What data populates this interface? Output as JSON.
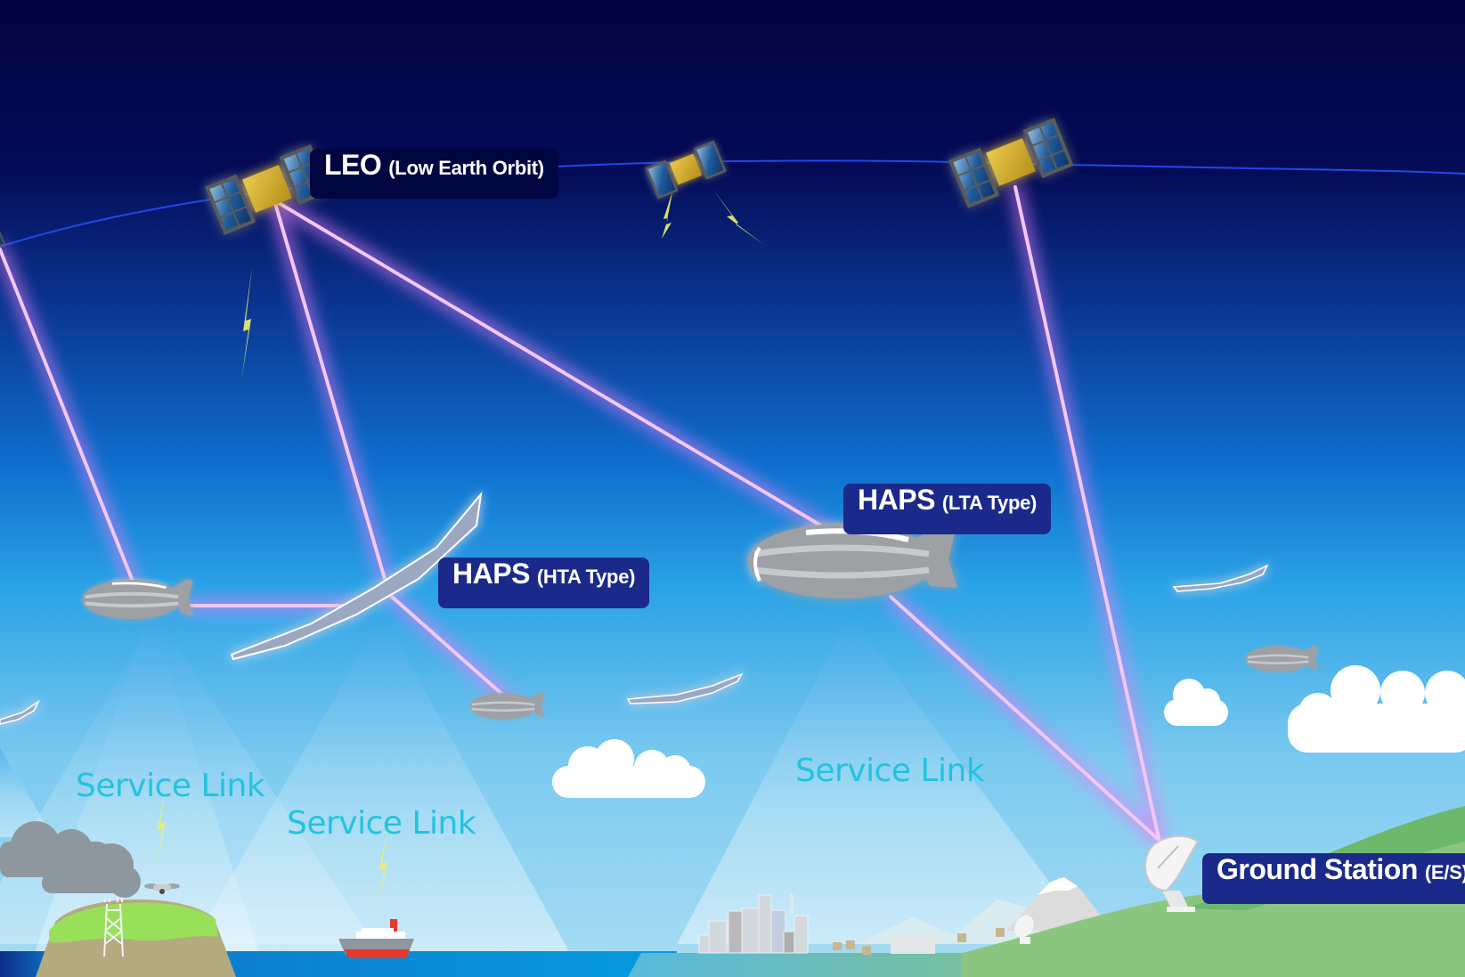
{
  "diagram": {
    "title": "HAPS and LEO satellite network",
    "labels": {
      "leo": {
        "main": "LEO",
        "sub": "(Low Earth Orbit)"
      },
      "haps_hta": {
        "main": "HAPS",
        "sub": "(HTA Type)"
      },
      "haps_lta": {
        "main": "HAPS",
        "sub": "(LTA Type)"
      },
      "ground_station": {
        "main": "Ground Station",
        "sub": "(E/S)"
      }
    },
    "service_links": [
      "Service Link",
      "Service Link",
      "Service Link"
    ],
    "elements": {
      "satellites": [
        "leo-satellite",
        "leo-satellite",
        "leo-satellite",
        "leo-satellite"
      ],
      "airships": [
        "haps-lta-airship",
        "haps-lta-airship",
        "haps-lta-airship",
        "haps-lta-airship"
      ],
      "aircraft": [
        "haps-hta-aircraft",
        "haps-hta-aircraft",
        "haps-hta-aircraft",
        "haps-hta-aircraft"
      ],
      "ground": [
        "ground-station-dish",
        "cell-tower",
        "drone",
        "ship",
        "city",
        "mountains"
      ]
    },
    "colors": {
      "sky_top": "#02043f",
      "sky_mid": "#0a3e9a",
      "sky_low": "#2aa3e6",
      "sky_horizon": "#a8dcf3",
      "label_bg": "#1b2a8a",
      "leo_label_bg": "#020640",
      "service_link_text": "#22c3df",
      "feeder_link": "#e27ef5",
      "orbit_line": "#1f49e8",
      "ocean": "#0a8ed8",
      "grass": "#8cc57f"
    }
  }
}
